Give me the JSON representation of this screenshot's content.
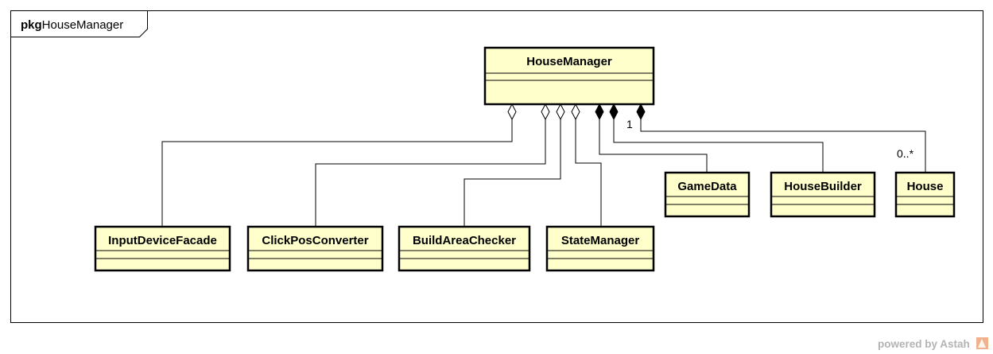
{
  "package": {
    "keyword": "pkg",
    "name": "HouseManager"
  },
  "classes": {
    "house_manager": "HouseManager",
    "input_device_facade": "InputDeviceFacade",
    "click_pos_converter": "ClickPosConverter",
    "build_area_checker": "BuildAreaChecker",
    "state_manager": "StateManager",
    "game_data": "GameData",
    "house_builder": "HouseBuilder",
    "house": "House"
  },
  "relationships": [
    {
      "from": "HouseManager",
      "to": "InputDeviceFacade",
      "kind": "aggregation"
    },
    {
      "from": "HouseManager",
      "to": "ClickPosConverter",
      "kind": "aggregation"
    },
    {
      "from": "HouseManager",
      "to": "BuildAreaChecker",
      "kind": "aggregation"
    },
    {
      "from": "HouseManager",
      "to": "StateManager",
      "kind": "aggregation"
    },
    {
      "from": "HouseManager",
      "to": "GameData",
      "kind": "composition"
    },
    {
      "from": "HouseManager",
      "to": "HouseBuilder",
      "kind": "composition"
    },
    {
      "from": "HouseManager",
      "to": "House",
      "kind": "composition",
      "source_multiplicity": "1",
      "target_multiplicity": "0..*"
    }
  ],
  "multiplicities": {
    "house_source": "1",
    "house_target": "0..*"
  },
  "watermark": {
    "text": "powered by Astah",
    "icon": "astah-logo-icon"
  }
}
